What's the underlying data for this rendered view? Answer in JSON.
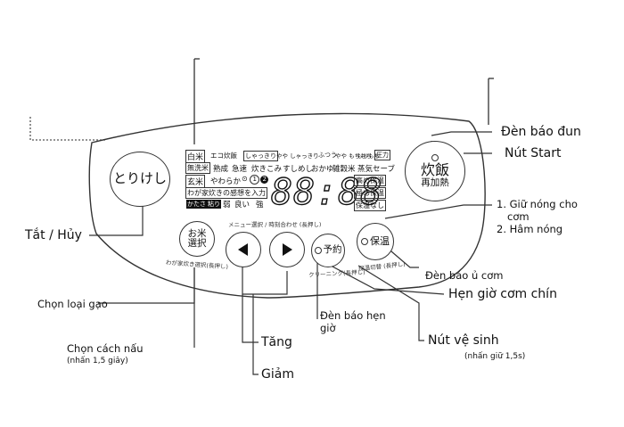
{
  "panel": {
    "lcd": {
      "rice_types": [
        "白米",
        "無洗米",
        "玄米"
      ],
      "row1_modes": [
        "エコ炊飯",
        "しゃっきり",
        "やや しゃっきり",
        "ふつう",
        "やや もちもち",
        "もちもち"
      ],
      "pressure_tag": "圧力",
      "row2_modes": [
        "熟成",
        "急速",
        "炊きこみ",
        "すしめし",
        "おかゆ",
        "雑穀米",
        "蒸気セーブ"
      ],
      "row3_left": [
        "やわらか"
      ],
      "memory_tag": "わが家炊きの感想を入力",
      "feedback_tags": [
        "かたさ",
        "粘り",
        "弱",
        "良い",
        "強"
      ],
      "time_display": "88:88",
      "warm_options": [
        "高め保温",
        "極め保温",
        "保温なし"
      ]
    },
    "cancel_button": "とりけし",
    "rice_select_button_line1": "お米",
    "rice_select_button_line2": "選択",
    "rice_select_caption": "わが家炊き選択(長押し)",
    "menu_caption": "メニュー選択 / 時刻合わせ (長押し)",
    "timer_button": "予約",
    "timer_caption": "クリーニング(長押し)",
    "warm_button": "保温",
    "warm_caption": "保温切替 (長押し)",
    "start_button_line1": "炊飯",
    "start_button_line2": "再加熱"
  },
  "callouts": {
    "cook_light": "Đèn báo đun",
    "start": "Nút Start",
    "keep_warm_1": "1. Giữ nóng cho",
    "keep_warm_1b": "cơm",
    "keep_warm_2": "2. Hâm nóng",
    "cancel": "Tắt / Hủy",
    "warm_light": "Đèn báo ủ cơm",
    "timer_cooked": "Hẹn giờ cơm chín",
    "choose_rice": "Chọn loại gạo",
    "timer_light_1": "Đèn báo hẹn",
    "timer_light_2": "giờ",
    "cook_method": "Chọn cách nấu",
    "cook_method_note": "(nhấn 1,5 giây)",
    "increase": "Tăng",
    "cleaning": "Nút vệ sinh",
    "cleaning_note": "(nhấn giữ 1,5s)",
    "decrease": "Giảm"
  }
}
